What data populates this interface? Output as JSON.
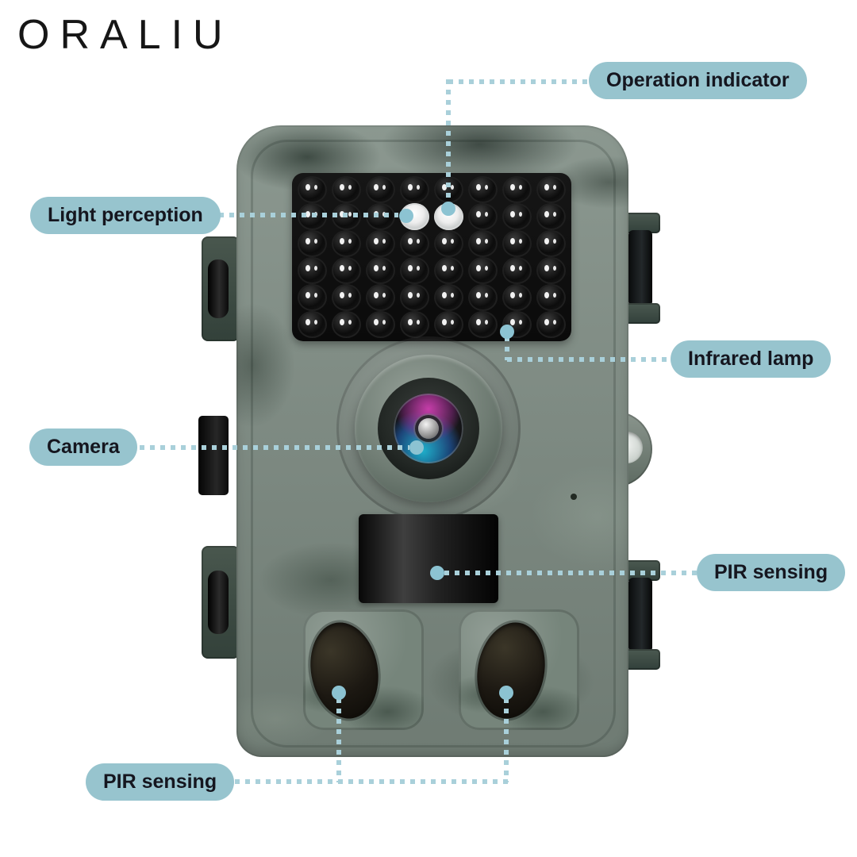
{
  "brand": {
    "logo_text": "ORALIU"
  },
  "colors": {
    "pill_bg": "#97c4ce",
    "pill_text": "#15161f",
    "line": "#a9d0da",
    "dot": "#8cc3d2",
    "body_base": "#7e8c83",
    "panel_black": "#0e0e0e",
    "background": "#ffffff"
  },
  "device": {
    "type_label": "trail-camera",
    "ir_led_grid": {
      "rows": 6,
      "cols": 8,
      "white_led_cells": [
        [
          1,
          3
        ],
        [
          1,
          4
        ]
      ]
    }
  },
  "callouts": [
    {
      "id": "operation-indicator",
      "label": "Operation indicator"
    },
    {
      "id": "light-perception",
      "label": "Light perception"
    },
    {
      "id": "infrared-lamp",
      "label": "Infrared lamp"
    },
    {
      "id": "camera",
      "label": "Camera"
    },
    {
      "id": "pir-sensing-right",
      "label": "PIR sensing"
    },
    {
      "id": "pir-sensing-bottom",
      "label": "PIR sensing"
    }
  ]
}
